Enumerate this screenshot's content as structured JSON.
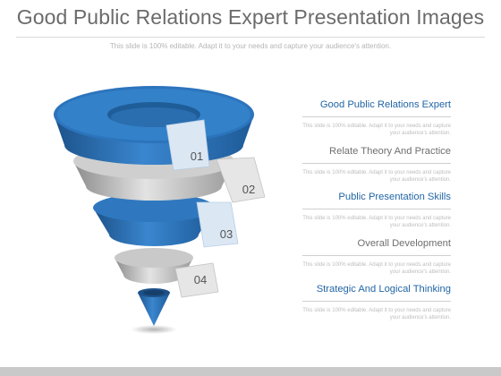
{
  "title": "Good Public Relations Expert Presentation Images",
  "subtitle": "This slide is 100% editable. Adapt it to your needs and capture your audience's attention.",
  "colors": {
    "blue": "#2a71b8",
    "blue_dark": "#1c5289",
    "gray": "#bdbdbd",
    "gray_dark": "#8f8f8f",
    "tab_blue": "#dbe8f4",
    "tab_gray": "#e6e6e6",
    "text_blue": "#2266a6",
    "text_gray": "#6f6f6f"
  },
  "steps": [
    {
      "number": "01",
      "color": "blue"
    },
    {
      "number": "02",
      "color": "gray"
    },
    {
      "number": "03",
      "color": "blue"
    },
    {
      "number": "04",
      "color": "gray"
    }
  ],
  "items": [
    {
      "heading": "Good Public Relations Expert",
      "color": "blue",
      "description": "This slide is 100% editable. Adapt it to your needs and capture your audience's attention."
    },
    {
      "heading": "Relate Theory And Practice",
      "color": "gray",
      "description": "This slide is 100% editable. Adapt it to your needs and capture your audience's attention."
    },
    {
      "heading": "Public Presentation Skills",
      "color": "blue",
      "description": "This slide is 100% editable. Adapt it to your needs and capture your audience's attention."
    },
    {
      "heading": "Overall Development",
      "color": "gray",
      "description": "This slide is 100% editable. Adapt it to your needs and capture your audience's attention."
    },
    {
      "heading": "Strategic And Logical Thinking",
      "color": "blue",
      "description": "This slide is 100% editable. Adapt it to your needs and capture your audience's attention."
    }
  ]
}
